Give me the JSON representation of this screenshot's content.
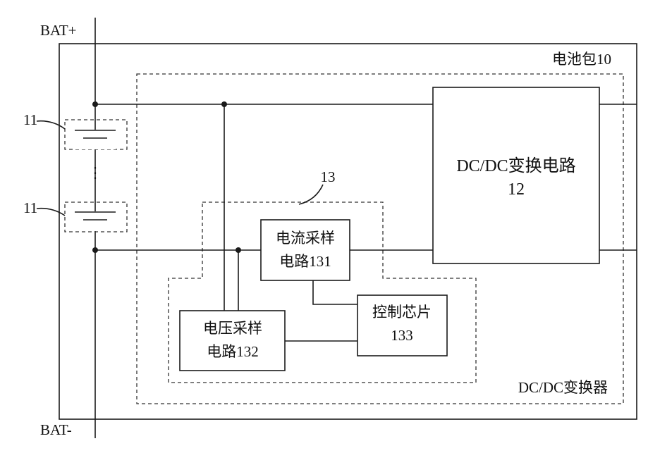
{
  "labels": {
    "bat_plus": "BAT+",
    "bat_minus": "BAT-",
    "battery_pack": "电池包10",
    "cell_ref_top": "11",
    "cell_ref_bottom": "11",
    "vertical_dots": "⋮",
    "sampling_group_ref": "13",
    "dcdc_circuit_line1": "DC/DC变换电路",
    "dcdc_circuit_line2": "12",
    "current_sampling_line1": "电流采样",
    "current_sampling_line2": "电路131",
    "voltage_sampling_line1": "电压采样",
    "voltage_sampling_line2": "电路132",
    "control_chip_line1": "控制芯片",
    "control_chip_line2": "133",
    "dcdc_converter": "DC/DC变换器"
  }
}
